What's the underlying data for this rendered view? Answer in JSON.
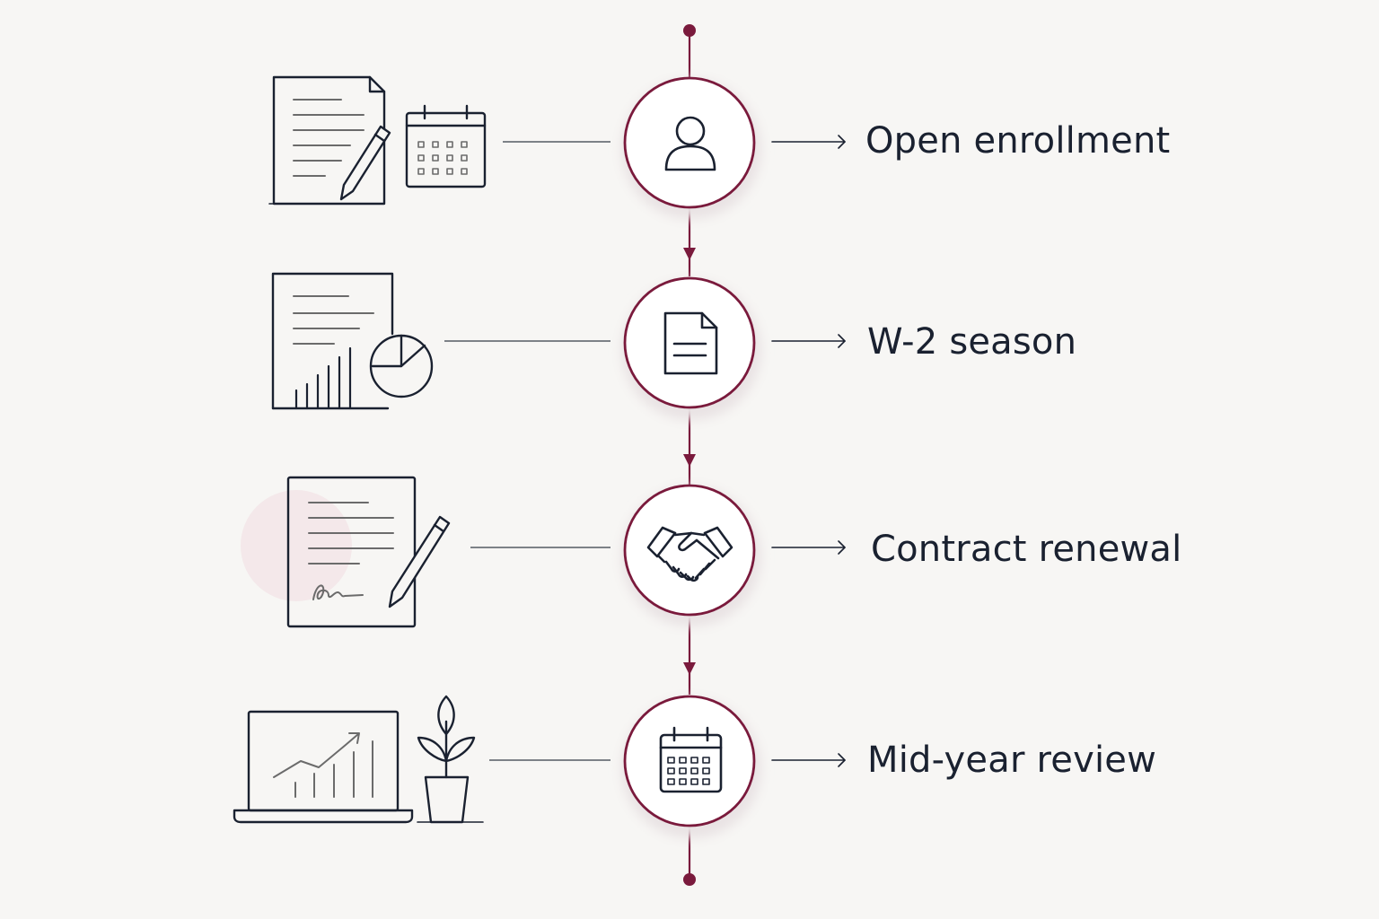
{
  "colors": {
    "background": "#f7f6f4",
    "accent": "#7a1a3c",
    "ink": "#1a2130",
    "muted": "#6b6b6b"
  },
  "stages": [
    {
      "label": "Open enrollment",
      "node_icon": "person-icon",
      "illustration": "form-and-calendar-icon"
    },
    {
      "label": "W-2 season",
      "node_icon": "document-icon",
      "illustration": "report-with-charts-icon"
    },
    {
      "label": "Contract renewal",
      "node_icon": "handshake-icon",
      "illustration": "signed-contract-icon"
    },
    {
      "label": "Mid-year review",
      "node_icon": "calendar-icon",
      "illustration": "laptop-growth-chart-icon"
    }
  ]
}
